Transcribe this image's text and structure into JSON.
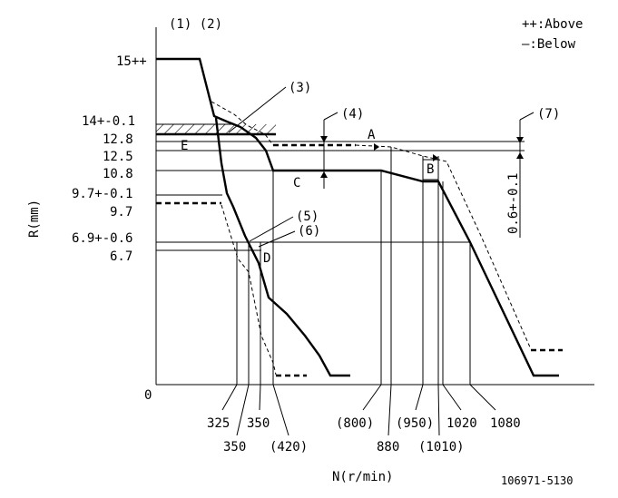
{
  "header": {
    "ref_labels": "(1)  (2)",
    "legend_above": "++:Above",
    "legend_below": "—:Below"
  },
  "axes": {
    "y_label": "R(mm)",
    "x_label": "N(r/min)",
    "origin": "0"
  },
  "y_ticks": {
    "t15": "15++",
    "t14": "14+-0.1",
    "t128": "12.8",
    "t125": "12.5",
    "t108": "10.8",
    "t97tol": "9.7+-0.1",
    "t97": "9.7",
    "t69tol": "6.9+-0.6",
    "t67": "6.7"
  },
  "x_ticks": {
    "x325": "325",
    "x350a": "350",
    "x350b": "350",
    "x420": "(420)",
    "x800": "(800)",
    "x880": "880",
    "x950": "(950)",
    "x1010": "(1010)",
    "x1020": "1020",
    "x1080": "1080"
  },
  "callouts": {
    "c3": "(3)",
    "c4": "(4)",
    "c5": "(5)",
    "c6": "(6)",
    "c7": "(7)"
  },
  "points": {
    "A": "A",
    "B": "B",
    "C": "C",
    "D": "D",
    "E": "E"
  },
  "dimension_text": "0.6+-0.1",
  "footer_code": "106971-5130"
}
